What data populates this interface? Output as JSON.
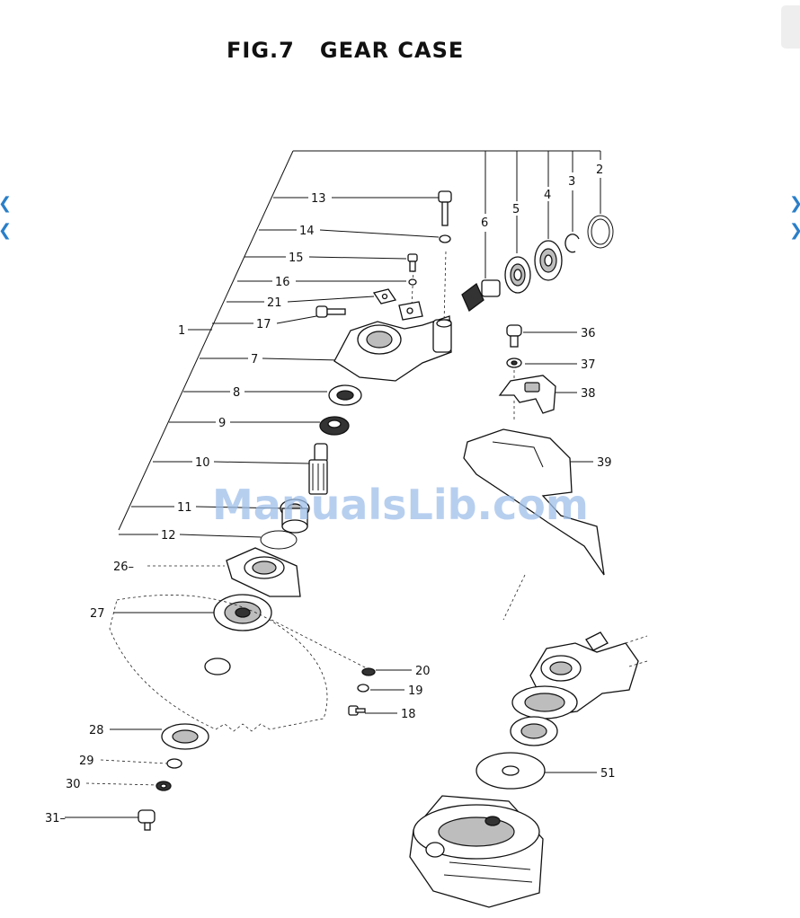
{
  "title": "FIG.7   GEAR CASE",
  "watermark": "ManualsLib.com",
  "labels": {
    "p1": "1",
    "p2": "2",
    "p3": "3",
    "p4": "4",
    "p5": "5",
    "p6": "6",
    "p7": "7",
    "p8": "8",
    "p9": "9",
    "p10": "10",
    "p11": "11",
    "p12": "12",
    "p13": "13",
    "p14": "14",
    "p15": "15",
    "p16": "16",
    "p17": "17",
    "p18": "18",
    "p19": "19",
    "p20": "20",
    "p21": "21",
    "p26": "26–",
    "p27": "27",
    "p28": "28",
    "p29": "29",
    "p30": "30",
    "p31": "31–",
    "p36": "36",
    "p37": "37",
    "p38": "38",
    "p39": "39",
    "p51": "51"
  },
  "icons": {
    "toc": "toc-tab-icon",
    "prev": "chevron-left-icon",
    "next": "chevron-right-icon"
  },
  "colors": {
    "ink": "#111111",
    "watermark": "#9fc0ea",
    "nav": "#2a7fc9"
  }
}
